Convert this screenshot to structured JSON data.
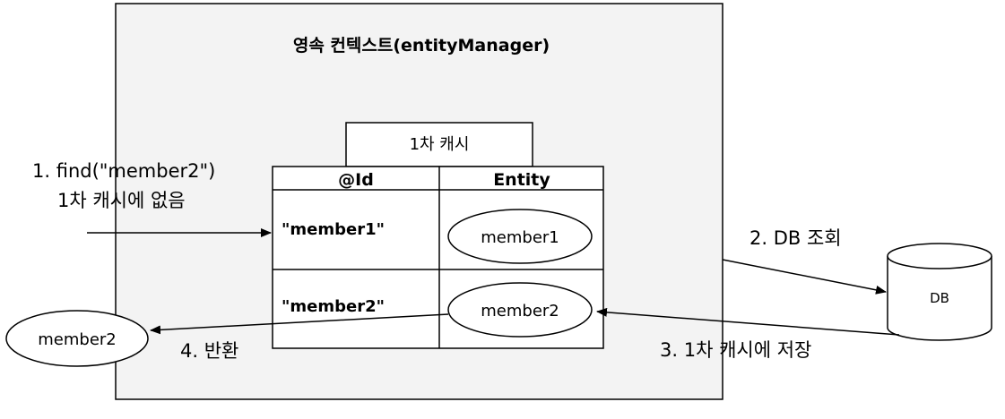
{
  "context": {
    "title": "영속 컨텍스트(entityManager)"
  },
  "cache": {
    "label": "1차 캐시",
    "col_id": "@Id",
    "col_entity": "Entity",
    "rows": [
      {
        "id": "\"member1\"",
        "entity": "member1"
      },
      {
        "id": "\"member2\"",
        "entity": "member2"
      }
    ]
  },
  "db": {
    "label": "DB"
  },
  "result": {
    "label": "member2"
  },
  "steps": {
    "find_line1": "1. find(\"member2\")",
    "find_line2": "1차 캐시에 없음",
    "db_lookup": "2. DB 조회",
    "store": "3. 1차 캐시에 저장",
    "return": "4. 반환"
  },
  "colors": {
    "context_bg": "#f3f3f3",
    "stroke": "#000000",
    "fill": "#ffffff"
  }
}
